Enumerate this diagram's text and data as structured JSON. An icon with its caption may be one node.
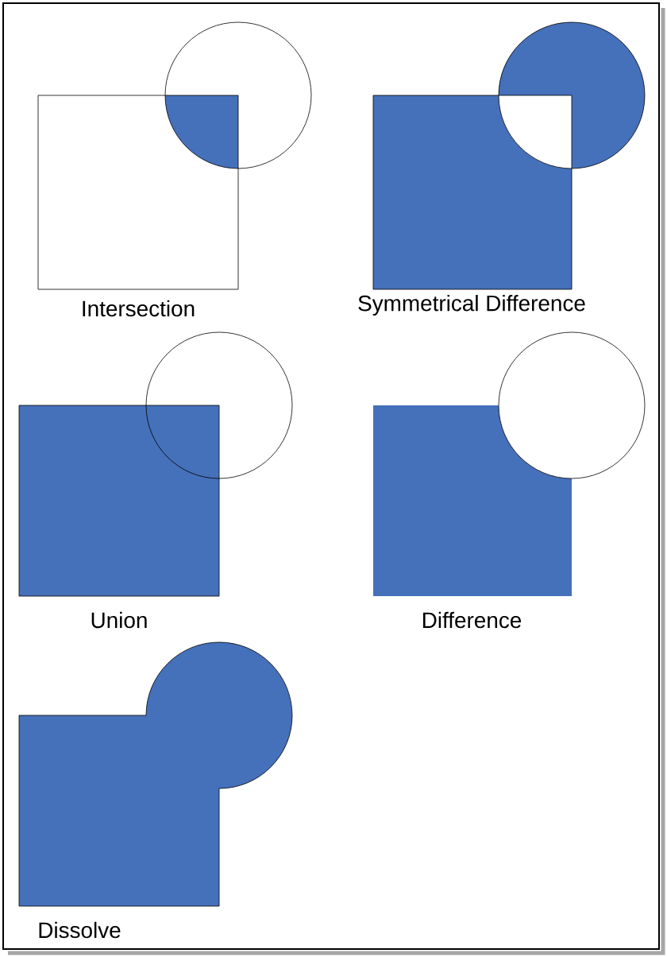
{
  "diagram": {
    "labels": [
      "Intersection",
      "Symmetrical Difference",
      "Union",
      "Difference",
      "Dissolve"
    ]
  }
}
